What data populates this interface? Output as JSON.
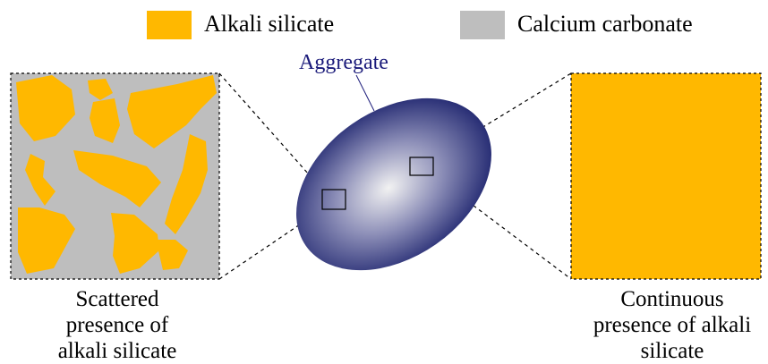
{
  "legend": {
    "items": [
      {
        "label": "Alkali silicate",
        "color": "#FFB800"
      },
      {
        "label": "Calcium carbonate",
        "color": "#BEBEBE"
      }
    ]
  },
  "aggregate": {
    "label": "Aggregate",
    "color_dark": "#0d1463",
    "color_light": "#f2f2f2"
  },
  "left_panel": {
    "caption_lines": [
      "Scattered",
      "presence of",
      "alkali silicate"
    ],
    "background_color": "#BEBEBE",
    "particle_color": "#FFB800"
  },
  "right_panel": {
    "caption_lines": [
      "Continuous",
      "presence of alkali",
      "silicate"
    ],
    "fill_color": "#FFB800"
  }
}
